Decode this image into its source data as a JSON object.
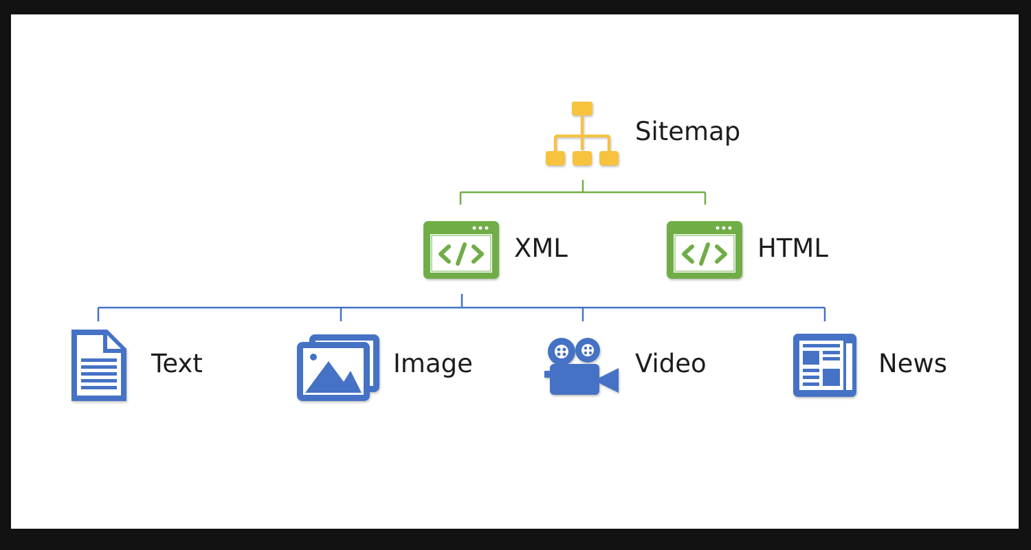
{
  "colors": {
    "sitemap_icon": "#f7c23c",
    "xml_html_icon": "#70ad47",
    "content_icon": "#4472c4",
    "green_connector": "#70ad47",
    "blue_connector": "#4472c4"
  },
  "root": {
    "label": "Sitemap",
    "icon": "sitemap-hierarchy-icon"
  },
  "formats": [
    {
      "label": "XML",
      "icon": "code-window-icon"
    },
    {
      "label": "HTML",
      "icon": "code-window-icon"
    }
  ],
  "content_types": [
    {
      "label": "Text",
      "icon": "document-icon"
    },
    {
      "label": "Image",
      "icon": "image-gallery-icon"
    },
    {
      "label": "Video",
      "icon": "video-camera-icon"
    },
    {
      "label": "News",
      "icon": "newspaper-icon"
    }
  ]
}
